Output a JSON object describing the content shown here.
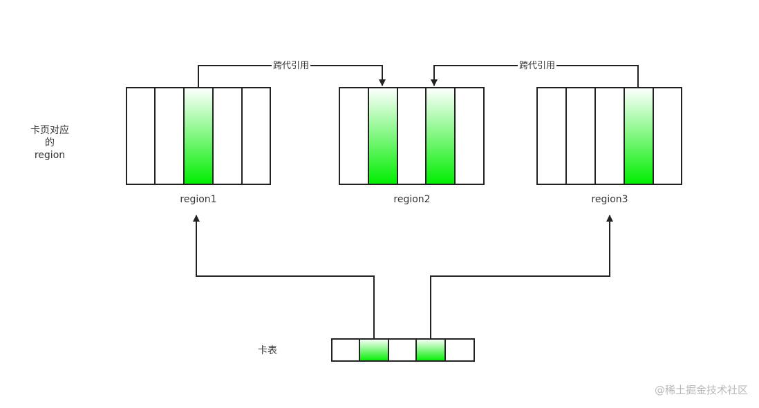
{
  "side_label": {
    "line1": "卡页对应的",
    "line2": "region"
  },
  "regions": [
    {
      "label": "region1",
      "cards": [
        false,
        false,
        true,
        false,
        false
      ]
    },
    {
      "label": "region2",
      "cards": [
        false,
        true,
        false,
        true,
        false
      ]
    },
    {
      "label": "region3",
      "cards": [
        false,
        false,
        false,
        true,
        false
      ]
    }
  ],
  "card_table": {
    "label": "卡表",
    "cells": [
      false,
      true,
      false,
      true,
      false
    ]
  },
  "edges": {
    "cross_ref_1": "跨代引用",
    "cross_ref_2": "跨代引用"
  },
  "colors": {
    "highlight_bottom": "#00ee00",
    "highlight_top": "#ffffff",
    "stroke": "#222222"
  },
  "watermark": "@稀土掘金技术社区"
}
